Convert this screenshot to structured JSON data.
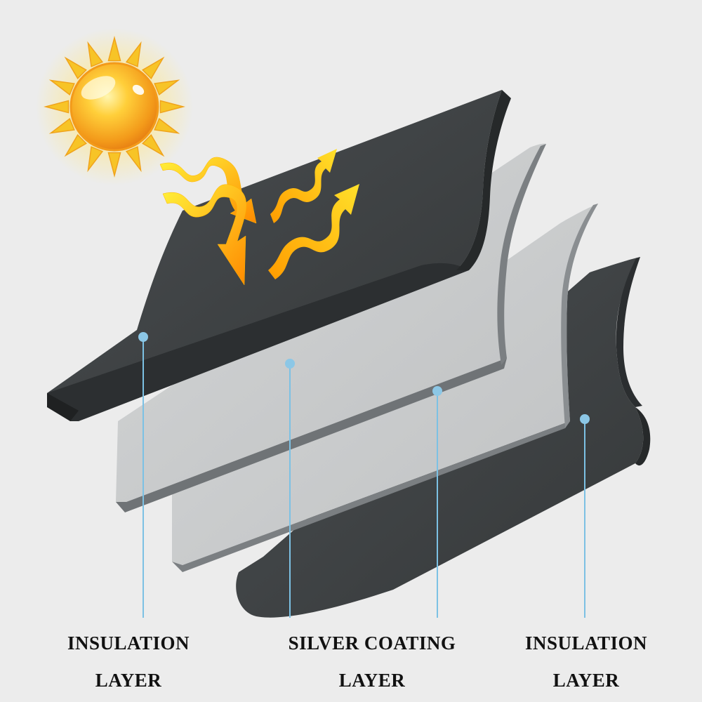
{
  "colors": {
    "background": "#ececec",
    "insulation": "#3d4143",
    "insulation_edge": "#26292a",
    "silver": "#c9cbcc",
    "silver_edge": "#7b7f82",
    "pointer_line": "#7cc1e4",
    "sun_core": "#f6a21e",
    "sun_rays": "#f7c427",
    "arrow_gradient": [
      "#fff23a",
      "#ff8a00"
    ]
  },
  "icons": {
    "sun": "sun-icon",
    "arrows": "heat-arrow-icon"
  },
  "labels": [
    {
      "line1": "INSULATION",
      "line2": "LAYER"
    },
    {
      "line1": "SILVER COATING",
      "line2": "LAYER"
    },
    {
      "line1": "INSULATION",
      "line2": "LAYER"
    }
  ]
}
